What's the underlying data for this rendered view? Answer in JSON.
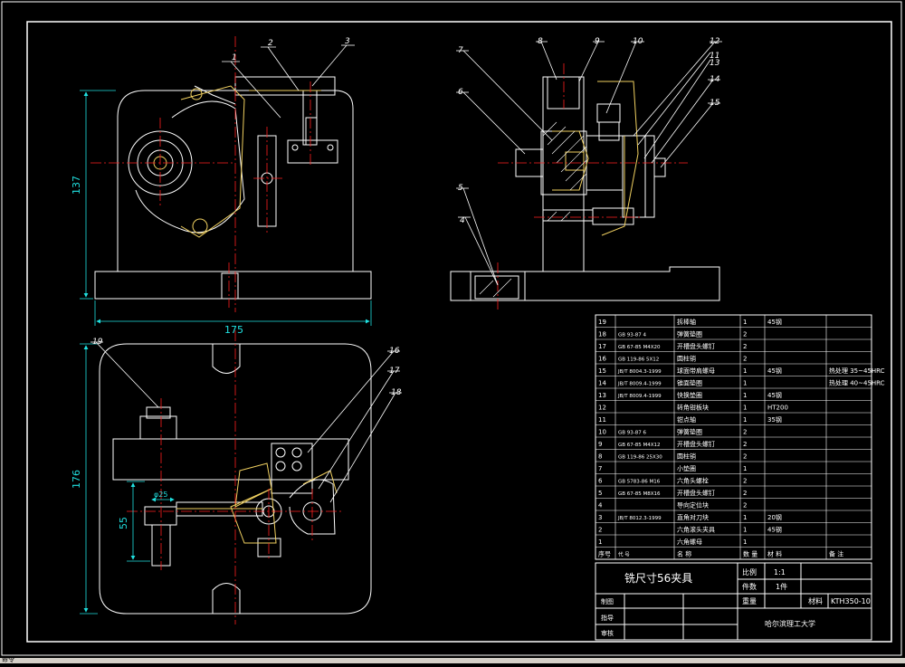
{
  "colors": {
    "bg": "#000000",
    "line": "#ffffff",
    "center": "#ff2020",
    "dim": "#20e0e0",
    "hidden": "#f0d060",
    "dimtext": "#20e0e0"
  },
  "dimensions": {
    "front_height": "137",
    "front_width": "175",
    "top_height": "176",
    "top_small": "55",
    "top_dia": "φ25"
  },
  "balloons": {
    "b1": "1",
    "b2": "2",
    "b3": "3",
    "b4": "4",
    "b5": "5",
    "b6": "6",
    "b7": "7",
    "b8": "8",
    "b9": "9",
    "b10": "10",
    "b11": "11",
    "b12": "12",
    "b13": "13",
    "b14": "14",
    "b15": "15",
    "b16": "16",
    "b17": "17",
    "b18": "18",
    "b19": "19"
  },
  "bom": {
    "rows": [
      {
        "no": "19",
        "code": "",
        "name": "拆棒轴",
        "qty": "1",
        "mat": "45钢",
        "note": ""
      },
      {
        "no": "18",
        "code": "GB 93-87 4",
        "name": "弹簧垫圈",
        "qty": "2",
        "mat": "",
        "note": ""
      },
      {
        "no": "17",
        "code": "GB 67-85 M4X20",
        "name": "开槽盘头螺钉",
        "qty": "2",
        "mat": "",
        "note": ""
      },
      {
        "no": "16",
        "code": "GB 119-86 5X12",
        "name": "圆柱销",
        "qty": "2",
        "mat": "",
        "note": ""
      },
      {
        "no": "15",
        "code": "JB/T 8004.3-1999",
        "name": "球面带肩螺母",
        "qty": "1",
        "mat": "45钢",
        "note": "热处理 35~45HRC"
      },
      {
        "no": "14",
        "code": "JB/T 8009.4-1999",
        "name": "锥面垫圈",
        "qty": "1",
        "mat": "",
        "note": "热处理 40~45HRC"
      },
      {
        "no": "13",
        "code": "JB/T 8009.4-1999",
        "name": "快换垫圈",
        "qty": "1",
        "mat": "45钢",
        "note": ""
      },
      {
        "no": "12",
        "code": "",
        "name": "转角钳板块",
        "qty": "1",
        "mat": "HT200",
        "note": ""
      },
      {
        "no": "11",
        "code": "",
        "name": "钳点轴",
        "qty": "1",
        "mat": "35钢",
        "note": ""
      },
      {
        "no": "10",
        "code": "GB 93-87 6",
        "name": "弹簧垫圈",
        "qty": "2",
        "mat": "",
        "note": ""
      },
      {
        "no": "9",
        "code": "GB 67-85 M4X12",
        "name": "开槽盘头螺钉",
        "qty": "2",
        "mat": "",
        "note": ""
      },
      {
        "no": "8",
        "code": "GB 119-86 25X30",
        "name": "圆柱销",
        "qty": "2",
        "mat": "",
        "note": ""
      },
      {
        "no": "7",
        "code": "",
        "name": "小垫圈",
        "qty": "1",
        "mat": "",
        "note": ""
      },
      {
        "no": "6",
        "code": "GB 5783-86 M16",
        "name": "六角头螺栓",
        "qty": "2",
        "mat": "",
        "note": ""
      },
      {
        "no": "5",
        "code": "GB 67-85 M8X16",
        "name": "开槽盘头螺钉",
        "qty": "2",
        "mat": "",
        "note": ""
      },
      {
        "no": "4",
        "code": "",
        "name": "导向定位块",
        "qty": "2",
        "mat": "",
        "note": ""
      },
      {
        "no": "3",
        "code": "JB/T 8012.3-1999",
        "name": "直角对刀块",
        "qty": "1",
        "mat": "20钢",
        "note": ""
      },
      {
        "no": "2",
        "code": "",
        "name": "六角滚头夹具",
        "qty": "1",
        "mat": "45钢",
        "note": ""
      },
      {
        "no": "1",
        "code": "",
        "name": "六角螺母",
        "qty": "1",
        "mat": "",
        "note": ""
      }
    ],
    "header": {
      "no": "序号",
      "code": "代 号",
      "name": "名 称",
      "qty": "数 量",
      "mat": "材 料",
      "note": "备 注"
    }
  },
  "titleblock": {
    "title": "铣尺寸56夹具",
    "scale_label": "比例",
    "scale_value": "1:1",
    "count_label": "件数",
    "count_value": "1件",
    "weight_label": "重量",
    "material_label": "材料",
    "material_value": "KTH350-10",
    "drawn_label": "制图",
    "guide_label": "指导",
    "review_label": "审核",
    "school": "哈尔滨理工大学"
  },
  "statusbar": {
    "text": "命令"
  }
}
